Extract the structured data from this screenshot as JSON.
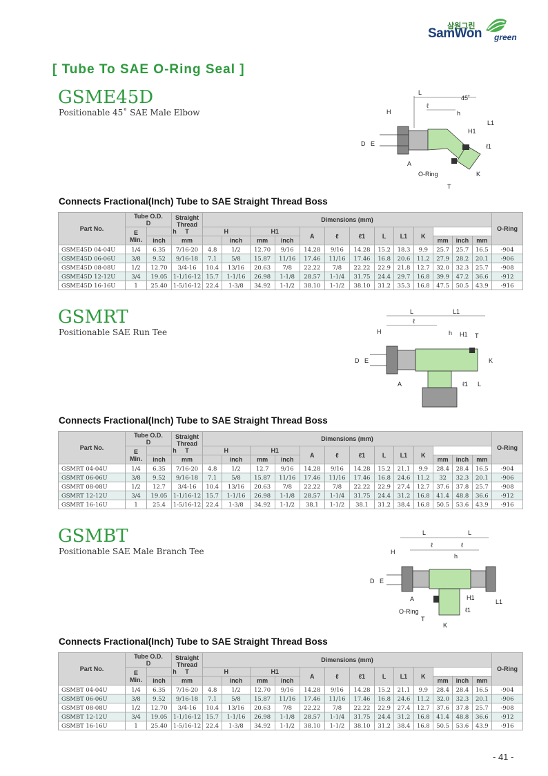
{
  "logo": {
    "korean": "삼원그린",
    "brand": "SamWon",
    "green": "green"
  },
  "section_title": "[ Tube To SAE O-Ring Seal ]",
  "connects_text": "Connects Fractional(Inch) Tube to SAE Straight Thread Boss",
  "headers": {
    "part_no": "Part No.",
    "tube_od": "Tube O.D.",
    "d": "D",
    "straight": "Straight",
    "thread": "Thread",
    "t": "T",
    "dimensions": "Dimensions (mm)",
    "e": "E",
    "min": "Min.",
    "h": "h",
    "H": "H",
    "h1": "H1",
    "a": "A",
    "l": "ℓ",
    "l1": "ℓ1",
    "L": "L",
    "L1": "L1",
    "k": "K",
    "oring": "O-Ring",
    "inch": "inch",
    "mm": "mm"
  },
  "products": [
    {
      "name": "GSME45D",
      "desc": "Positionable 45˚ SAE Male Elbow",
      "diagram_labels": [
        "L",
        "45˚",
        "ℓ",
        "H",
        "h",
        "H1",
        "L1",
        "ℓ1",
        "D",
        "E",
        "A",
        "O-Ring",
        "T",
        "K"
      ],
      "rows": [
        [
          "GSME45D 04-04U",
          "1/4",
          "6.35",
          "7/16-20",
          "4.8",
          "1/2",
          "12.70",
          "9/16",
          "14.28",
          "9/16",
          "14.28",
          "15.2",
          "18.3",
          "9.9",
          "25.7",
          "25.7",
          "16.5",
          "-904"
        ],
        [
          "GSME45D 06-06U",
          "3/8",
          "9.52",
          "9/16-18",
          "7.1",
          "5/8",
          "15.87",
          "11/16",
          "17.46",
          "11/16",
          "17.46",
          "16.8",
          "20.6",
          "11.2",
          "27.9",
          "28.2",
          "20.1",
          "-906"
        ],
        [
          "GSME45D 08-08U",
          "1/2",
          "12.70",
          "3/4-16",
          "10.4",
          "13/16",
          "20.63",
          "7/8",
          "22.22",
          "7/8",
          "22.22",
          "22.9",
          "21.8",
          "12.7",
          "32.0",
          "32.3",
          "25.7",
          "-908"
        ],
        [
          "GSME45D 12-12U",
          "3/4",
          "19.05",
          "1-1/16-12",
          "15.7",
          "1-1/16",
          "26.98",
          "1-1/8",
          "28.57",
          "1-1/4",
          "31.75",
          "24.4",
          "29.7",
          "16.8",
          "39.9",
          "47.2",
          "36.6",
          "-912"
        ],
        [
          "GSME45D 16-16U",
          "1",
          "25.40",
          "1-5/16-12",
          "22.4",
          "1-3/8",
          "34.92",
          "1-1/2",
          "38.10",
          "1-1/2",
          "38.10",
          "31.2",
          "35.3",
          "16.8",
          "47.5",
          "50.5",
          "43.9",
          "-916"
        ]
      ]
    },
    {
      "name": "GSMRT",
      "desc": "Positionable SAE Run Tee",
      "diagram_labels": [
        "L",
        "L1",
        "ℓ",
        "H",
        "h",
        "H1",
        "T",
        "D",
        "E",
        "K",
        "A",
        "ℓ1",
        "L"
      ],
      "rows": [
        [
          "GSMRT 04-04U",
          "1/4",
          "6.35",
          "7/16-20",
          "4.8",
          "1/2",
          "12.7",
          "9/16",
          "14.28",
          "9/16",
          "14.28",
          "15.2",
          "21.1",
          "9.9",
          "28.4",
          "28.4",
          "16.5",
          "-904"
        ],
        [
          "GSMRT 06-06U",
          "3/8",
          "9.52",
          "9/16-18",
          "7.1",
          "5/8",
          "15.87",
          "11/16",
          "17.46",
          "11/16",
          "17.46",
          "16.8",
          "24.6",
          "11.2",
          "32",
          "32.3",
          "20.1",
          "-906"
        ],
        [
          "GSMRT 08-08U",
          "1/2",
          "12.7",
          "3/4-16",
          "10.4",
          "13/16",
          "20.63",
          "7/8",
          "22.22",
          "7/8",
          "22.22",
          "22.9",
          "27.4",
          "12.7",
          "37.6",
          "37.8",
          "25.7",
          "-908"
        ],
        [
          "GSMRT 12-12U",
          "3/4",
          "19.05",
          "1-1/16-12",
          "15.7",
          "1-1/16",
          "26.98",
          "1-1/8",
          "28.57",
          "1-1/4",
          "31.75",
          "24.4",
          "31.2",
          "16.8",
          "41.4",
          "48.8",
          "36.6",
          "-912"
        ],
        [
          "GSMRT 16-16U",
          "1",
          "25.4",
          "1-5/16-12",
          "22.4",
          "1-3/8",
          "34.92",
          "1-1/2",
          "38.1",
          "1-1/2",
          "38.1",
          "31.2",
          "38.4",
          "16.8",
          "50.5",
          "53.6",
          "43.9",
          "-916"
        ]
      ]
    },
    {
      "name": "GSMBT",
      "desc": "Positionable SAE Male Branch Tee",
      "diagram_labels": [
        "L",
        "L",
        "ℓ",
        "ℓ",
        "H",
        "h",
        "D",
        "E",
        "A",
        "H1",
        "O-Ring",
        "T",
        "K",
        "ℓ1",
        "L1"
      ],
      "rows": [
        [
          "GSMBT 04-04U",
          "1/4",
          "6.35",
          "7/16-20",
          "4.8",
          "1/2",
          "12.70",
          "9/16",
          "14.28",
          "9/16",
          "14.28",
          "15.2",
          "21.1",
          "9.9",
          "28.4",
          "28.4",
          "16.5",
          "-904"
        ],
        [
          "GSMBT 06-06U",
          "3/8",
          "9.52",
          "9/16-18",
          "7.1",
          "5/8",
          "15.87",
          "11/16",
          "17.46",
          "11/16",
          "17.46",
          "16.8",
          "24.6",
          "11.2",
          "32.0",
          "32.3",
          "20.1",
          "-906"
        ],
        [
          "GSMBT 08-08U",
          "1/2",
          "12.70",
          "3/4-16",
          "10.4",
          "13/16",
          "20.63",
          "7/8",
          "22.22",
          "7/8",
          "22.22",
          "22.9",
          "27.4",
          "12.7",
          "37.6",
          "37.8",
          "25.7",
          "-908"
        ],
        [
          "GSMBT 12-12U",
          "3/4",
          "19.05",
          "1-1/16-12",
          "15.7",
          "1-1/16",
          "26.98",
          "1-1/8",
          "28.57",
          "1-1/4",
          "31.75",
          "24.4",
          "31.2",
          "16.8",
          "41.4",
          "48.8",
          "36.6",
          "-912"
        ],
        [
          "GSMBT 16-16U",
          "1",
          "25.40",
          "1-5/16-12",
          "22.4",
          "1-3/8",
          "34.92",
          "1-1/2",
          "38.10",
          "1-1/2",
          "38.10",
          "31.2",
          "38.4",
          "16.8",
          "50.5",
          "53.6",
          "43.9",
          "-916"
        ]
      ]
    }
  ],
  "page_number": "- 41 -"
}
